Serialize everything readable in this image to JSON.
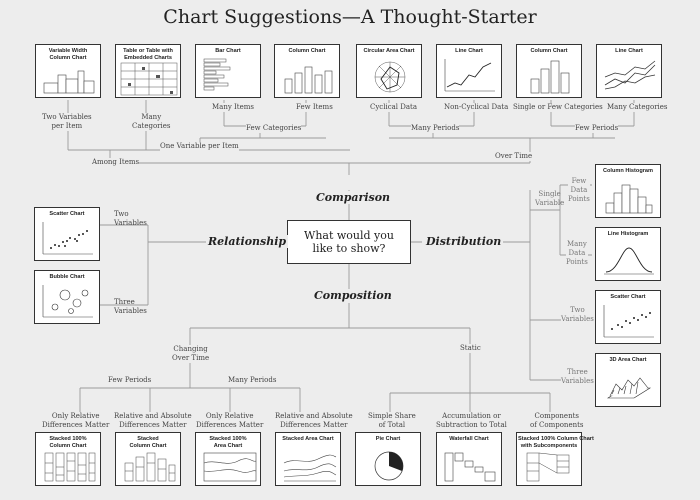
{
  "title": "Chart Suggestions—A Thought-Starter",
  "question": "What would you\nlike to show?",
  "categories": {
    "comparison": "Comparison",
    "relationship": "Relationship",
    "distribution": "Distribution",
    "composition": "Composition"
  },
  "cards": {
    "variable_width_column": "Variable Width\nColumn Chart",
    "table_embedded": "Table or Table with\nEmbedded Charts",
    "bar_chart": "Bar Chart",
    "column_chart_items": "Column Chart",
    "circular_area": "Circular Area Chart",
    "line_chart_cyclical": "Line Chart",
    "column_chart_time": "Column Chart",
    "line_chart_time": "Line Chart",
    "scatter_relationship": "Scatter Chart",
    "bubble_chart": "Bubble Chart",
    "column_histogram": "Column Histogram",
    "line_histogram": "Line Histogram",
    "scatter_distribution": "Scatter Chart",
    "area_3d": "3D Area Chart",
    "stacked_100_column": "Stacked 100%\nColumn Chart",
    "stacked_column": "Stacked\nColumn Chart",
    "stacked_100_area": "Stacked 100%\nArea Chart",
    "stacked_area": "Stacked Area Chart",
    "pie_chart": "Pie Chart",
    "waterfall_chart": "Waterfall Chart",
    "stacked_100_subcomponents": "Stacked 100% Column Chart\nwith Subcomponents"
  },
  "labels": {
    "two_vars_per_item": "Two Variables\nper Item",
    "many_categories_table": "Many\nCategories",
    "many_items": "Many Items",
    "few_items": "Few Items",
    "few_categories_items": "Few Categories",
    "one_var_per_item": "One Variable per Item",
    "among_items": "Among Items",
    "cyclical_data": "Cyclical Data",
    "non_cyclical_data": "Non-Cyclical Data",
    "single_or_few_categories": "Single or Few Categories",
    "many_categories_time": "Many Categories",
    "many_periods": "Many Periods",
    "few_periods_top": "Few Periods",
    "over_time": "Over Time",
    "two_variables": "Two\nVariables",
    "three_variables": "Three\nVariables",
    "single_variable": "Single\nVariable",
    "few_data_points": "Few\nData\nPoints",
    "many_data_points": "Many\nData\nPoints",
    "two_variables_dist": "Two\nVariables",
    "three_variables_dist": "Three\nVariables",
    "changing_over_time": "Changing\nOver Time",
    "static": "Static",
    "few_periods": "Few Periods",
    "many_periods_comp": "Many Periods",
    "only_relative_1": "Only Relative\nDifferences Matter",
    "rel_abs_1": "Relative and Absolute\nDifferences Matter",
    "only_relative_2": "Only Relative\nDifferences Matter",
    "rel_abs_2": "Relative and Absolute\nDifferences Matter",
    "simple_share": "Simple Share\nof Total",
    "accumulation": "Accumulation or\nSubtraction to Total",
    "components": "Components\nof Components"
  }
}
